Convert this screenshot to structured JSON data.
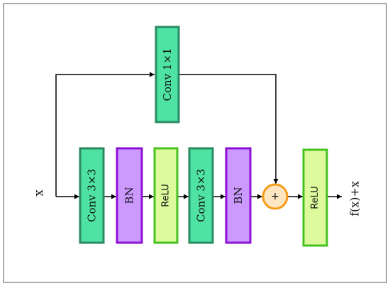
{
  "diagram": {
    "input_label": "x",
    "output_label": "f(x)+x",
    "nodes": [
      {
        "id": "conv1x1",
        "label": "Conv 1×1",
        "kind": "conv"
      },
      {
        "id": "conv3x3a",
        "label": "Conv 3×3",
        "kind": "conv"
      },
      {
        "id": "bn1",
        "label": "BN",
        "kind": "bn"
      },
      {
        "id": "relu1",
        "label": "ReLU",
        "kind": "relu"
      },
      {
        "id": "conv3x3b",
        "label": "Conv 3×3",
        "kind": "conv"
      },
      {
        "id": "bn2",
        "label": "BN",
        "kind": "bn"
      },
      {
        "id": "add",
        "label": "+",
        "kind": "add"
      },
      {
        "id": "relu2",
        "label": "ReLU",
        "kind": "relu"
      }
    ],
    "edges": [
      {
        "from": "input",
        "to": "conv3x3a"
      },
      {
        "from": "input",
        "to": "conv1x1"
      },
      {
        "from": "conv3x3a",
        "to": "bn1"
      },
      {
        "from": "bn1",
        "to": "relu1"
      },
      {
        "from": "relu1",
        "to": "conv3x3b"
      },
      {
        "from": "conv3x3b",
        "to": "bn2"
      },
      {
        "from": "bn2",
        "to": "add"
      },
      {
        "from": "conv1x1",
        "to": "add"
      },
      {
        "from": "add",
        "to": "relu2"
      },
      {
        "from": "relu2",
        "to": "output"
      }
    ],
    "colors": {
      "conv_fill": "#4fe3a3",
      "conv_stroke": "#2a8a62",
      "bn_fill": "#cc99ff",
      "bn_stroke": "#8c12d6",
      "relu_fill": "#ddfa9c",
      "relu_stroke": "#46c21f",
      "add_fill": "#ffe6c2",
      "add_stroke": "#f59a16",
      "line": "#000000",
      "frame": "#555555"
    }
  }
}
